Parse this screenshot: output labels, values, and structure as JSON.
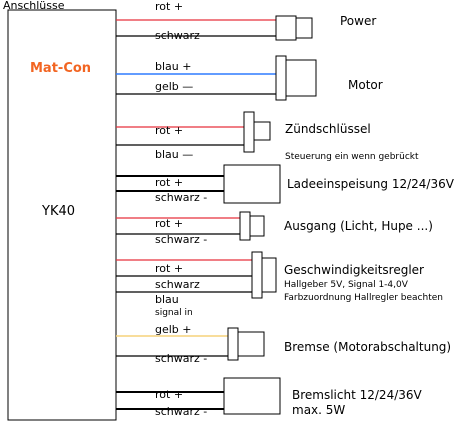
{
  "header": {
    "title": "Anschlüsse"
  },
  "controller": {
    "brand": "Mat-Con",
    "model": "YK40",
    "brand_color": "#f26522"
  },
  "colors": {
    "red": "#e8323c",
    "black": "#000000",
    "blue": "#2e7bff",
    "yellow": "#f5d27a"
  },
  "connectors": [
    {
      "id": "power",
      "title": "Power",
      "wires": [
        {
          "label": "rot +",
          "color": "red"
        },
        {
          "label": "schwarz -",
          "color": "black"
        }
      ]
    },
    {
      "id": "motor",
      "title": "Motor",
      "wires": [
        {
          "label": "blau +",
          "color": "blue"
        },
        {
          "label": "gelb —",
          "color": "black"
        }
      ]
    },
    {
      "id": "zuend",
      "title": "Zündschlüssel",
      "note": "Steuerung ein wenn gebrückt",
      "wires": [
        {
          "label": "rot +",
          "color": "red"
        },
        {
          "label": "blau —",
          "color": "black"
        }
      ]
    },
    {
      "id": "ladeein",
      "title": "Ladeeinspeisung 12/24/36V",
      "wires": [
        {
          "label": "rot +",
          "color": "black"
        },
        {
          "label": "schwarz -",
          "color": "black"
        }
      ]
    },
    {
      "id": "ausgang",
      "title": "Ausgang (Licht, Hupe ...)",
      "wires": [
        {
          "label": "rot +",
          "color": "red"
        },
        {
          "label": "schwarz -",
          "color": "black"
        }
      ]
    },
    {
      "id": "regler",
      "title": "Geschwindigkeitsregler",
      "note1": "Hallgeber 5V, Signal 1-4,0V",
      "note2": "Farbzuordnung Hallregler beachten",
      "wires": [
        {
          "label": "rot +",
          "color": "red"
        },
        {
          "label": "schwarz",
          "color": "black"
        },
        {
          "label": "blau",
          "sub": "signal in",
          "color": "black"
        }
      ]
    },
    {
      "id": "bremse",
      "title": "Bremse (Motorabschaltung)",
      "wires": [
        {
          "label": "gelb +",
          "color": "yellow"
        },
        {
          "label": "schwarz -",
          "color": "black"
        }
      ]
    },
    {
      "id": "bremslicht",
      "title": "Bremslicht 12/24/36V",
      "title2": "max. 5W",
      "wires": [
        {
          "label": "rot +",
          "color": "black"
        },
        {
          "label": "schwarz -",
          "color": "black"
        }
      ]
    }
  ]
}
